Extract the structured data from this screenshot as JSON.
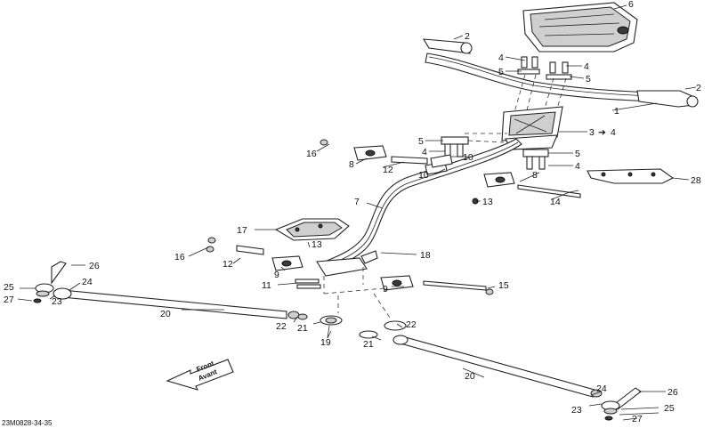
{
  "diagram": {
    "reference_code": "23M0828-34-35",
    "direction_labels": [
      "Front",
      "Avant"
    ],
    "callouts": [
      {
        "id": "c-2a",
        "text": "2"
      },
      {
        "id": "c-2b",
        "text": "2"
      },
      {
        "id": "c-6",
        "text": "6"
      },
      {
        "id": "c-4a",
        "text": "4"
      },
      {
        "id": "c-4b",
        "text": "4"
      },
      {
        "id": "c-5a",
        "text": "5"
      },
      {
        "id": "c-5b",
        "text": "5"
      },
      {
        "id": "c-1",
        "text": "1"
      },
      {
        "id": "c-3",
        "text": "3"
      },
      {
        "id": "c-3-arrow",
        "text": "4"
      },
      {
        "id": "c-5c",
        "text": "5"
      },
      {
        "id": "c-5d",
        "text": "5"
      },
      {
        "id": "c-4c",
        "text": "4"
      },
      {
        "id": "c-4d",
        "text": "4"
      },
      {
        "id": "c-16a",
        "text": "16"
      },
      {
        "id": "c-8a",
        "text": "8"
      },
      {
        "id": "c-12a",
        "text": "12"
      },
      {
        "id": "c-10a",
        "text": "10"
      },
      {
        "id": "c-10b",
        "text": "10"
      },
      {
        "id": "c-8b",
        "text": "8"
      },
      {
        "id": "c-28",
        "text": "28"
      },
      {
        "id": "c-13a",
        "text": "13"
      },
      {
        "id": "c-14",
        "text": "14"
      },
      {
        "id": "c-7",
        "text": "7"
      },
      {
        "id": "c-17",
        "text": "17"
      },
      {
        "id": "c-13b",
        "text": "13"
      },
      {
        "id": "c-18",
        "text": "18"
      },
      {
        "id": "c-16b",
        "text": "16"
      },
      {
        "id": "c-12b",
        "text": "12"
      },
      {
        "id": "c-9a",
        "text": "9"
      },
      {
        "id": "c-26a",
        "text": "26"
      },
      {
        "id": "c-11",
        "text": "11"
      },
      {
        "id": "c-9b",
        "text": "9"
      },
      {
        "id": "c-15",
        "text": "15"
      },
      {
        "id": "c-25a",
        "text": "25"
      },
      {
        "id": "c-24a",
        "text": "24"
      },
      {
        "id": "c-27a",
        "text": "27"
      },
      {
        "id": "c-23a",
        "text": "23"
      },
      {
        "id": "c-20a",
        "text": "20"
      },
      {
        "id": "c-22a",
        "text": "22"
      },
      {
        "id": "c-21a",
        "text": "21"
      },
      {
        "id": "c-19",
        "text": "19"
      },
      {
        "id": "c-22b",
        "text": "22"
      },
      {
        "id": "c-21b",
        "text": "21"
      },
      {
        "id": "c-20b",
        "text": "20"
      },
      {
        "id": "c-24b",
        "text": "24"
      },
      {
        "id": "c-26b",
        "text": "26"
      },
      {
        "id": "c-23b",
        "text": "23"
      },
      {
        "id": "c-25b",
        "text": "25"
      },
      {
        "id": "c-27b",
        "text": "27"
      }
    ]
  }
}
